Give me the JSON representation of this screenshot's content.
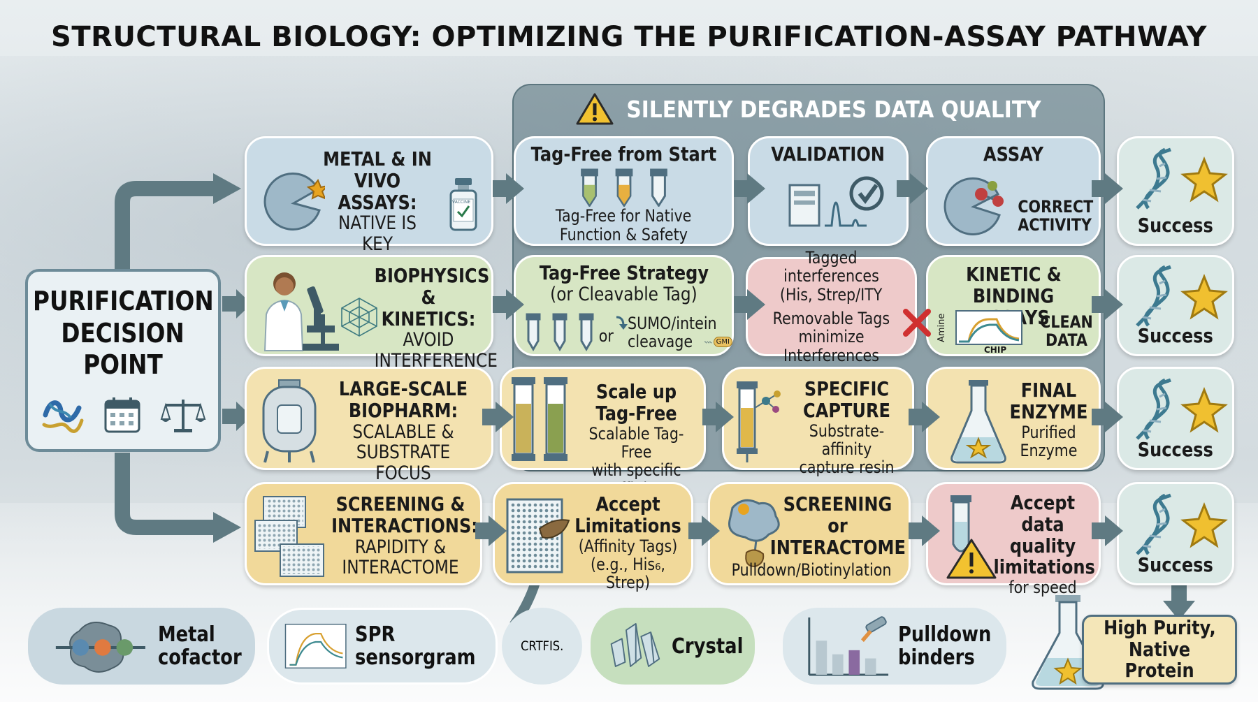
{
  "title": "STRUCTURAL BIOLOGY: OPTIMIZING THE PURIFICATION-ASSAY PATHWAY",
  "warning": {
    "label": "SILENTLY DEGRADES DATA QUALITY"
  },
  "decision": {
    "line1": "PURIFICATION",
    "line2": "DECISION",
    "line3": "POINT"
  },
  "rows": [
    {
      "category": {
        "l1": "METAL & IN VIVO",
        "l2": "ASSAYS:",
        "l3": "NATIVE IS",
        "l4": "KEY",
        "vial": "VACCINE"
      },
      "strategy": {
        "h": "Tag-Free from Start",
        "s1": "Tag-Free for Native",
        "s2": "Function & Safety"
      },
      "check": {
        "h": "VALIDATION"
      },
      "assay": {
        "h": "ASSAY",
        "s1": "CORRECT",
        "s2": "ACTIVITY"
      },
      "result": "Success"
    },
    {
      "category": {
        "l1": "BIOPHYSICS &",
        "l2": "KINETICS:",
        "l3": "AVOID",
        "l4": "INTERFERENCE"
      },
      "strategy": {
        "h1": "Tag-Free Strategy",
        "h2": "(or Cleavable Tag)",
        "or": "or",
        "s1": "SUMO/intein",
        "s2": "cleavage",
        "tag": "GMI"
      },
      "check": {
        "s1": "Tagged interferences",
        "s2": "(His, Strep/ITY",
        "s3": "Removable Tags",
        "s4": "minimize Interferences"
      },
      "assay": {
        "h1": "KINETIC &",
        "h2": "BINDING ASSAYS",
        "axis": "Amine",
        "chip": "CHIP",
        "s1": "CLEAN",
        "s2": "DATA"
      },
      "result": "Success"
    },
    {
      "category": {
        "l1": "LARGE-SCALE",
        "l2": "BIOPHARM:",
        "l3": "SCALABLE &",
        "l4": "SUBSTRATE FOCUS"
      },
      "strategy": {
        "h1": "Scale up",
        "h2": "Tag-Free",
        "s1": "Scalable Tag-Free",
        "s2": "with specific affinity"
      },
      "check": {
        "h1": "SPECIFIC",
        "h2": "CAPTURE",
        "s1": "Substrate-affinity",
        "s2": "capture resin"
      },
      "assay": {
        "h1": "FINAL",
        "h2": "ENZYME",
        "s1": "Purified",
        "s2": "Enzyme"
      },
      "result": "Success"
    },
    {
      "category": {
        "l1": "SCREENING &",
        "l2": "INTERACTIONS:",
        "l3": "RAPIDITY &",
        "l4": "INTERACTOME"
      },
      "strategy": {
        "h1": "Accept",
        "h2": "Limitations",
        "s1": "(Affinity Tags)",
        "s2": "(e.g., His₆, Strep)"
      },
      "check": {
        "h1": "SCREENING",
        "h2": "or",
        "h3": "INTERACTOME",
        "s1": "Pulldown/Biotinylation"
      },
      "assay": {
        "h1": "Accept data",
        "h2": "quality",
        "h3": "limitations",
        "s1": "for speed"
      },
      "result": "Success"
    }
  ],
  "legend": {
    "metal": {
      "l1": "Metal",
      "l2": "cofactor"
    },
    "spr": {
      "l1": "SPR",
      "l2": "sensorgram"
    },
    "crtfis": "CRTFIS.",
    "crystal": "Crystal",
    "pulldown": {
      "l1": "Pulldown",
      "l2": "binders"
    }
  },
  "final": {
    "l1": "High Purity,",
    "l2": "Native Protein"
  },
  "colors": {
    "blue": "#c9dbe6",
    "green": "#d7e6c4",
    "yellow": "#f3e2b0",
    "pink": "#eecaca",
    "arrow": "#5f7a82",
    "warning": "#f2c230"
  }
}
